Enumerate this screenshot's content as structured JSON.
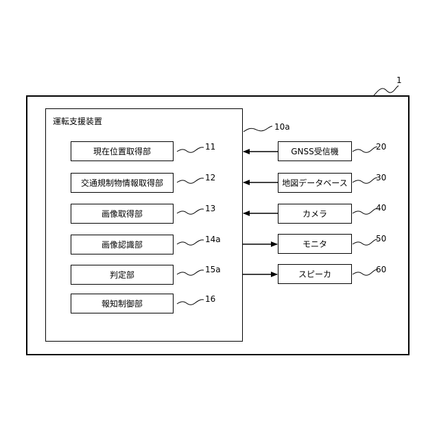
{
  "system": {
    "ref": "1"
  },
  "device": {
    "title": "運転支援装置",
    "ref": "10a"
  },
  "units": [
    {
      "label": "現在位置取得部",
      "ref": "11"
    },
    {
      "label": "交通規制物情報取得部",
      "ref": "12"
    },
    {
      "label": "画像取得部",
      "ref": "13"
    },
    {
      "label": "画像認識部",
      "ref": "14a"
    },
    {
      "label": "判定部",
      "ref": "15a"
    },
    {
      "label": "報知制御部",
      "ref": "16"
    }
  ],
  "peripherals": [
    {
      "label": "GNSS受信機",
      "ref": "20"
    },
    {
      "label": "地図データベース",
      "ref": "30"
    },
    {
      "label": "カメラ",
      "ref": "40"
    },
    {
      "label": "モニタ",
      "ref": "50"
    },
    {
      "label": "スピーカ",
      "ref": "60"
    }
  ]
}
